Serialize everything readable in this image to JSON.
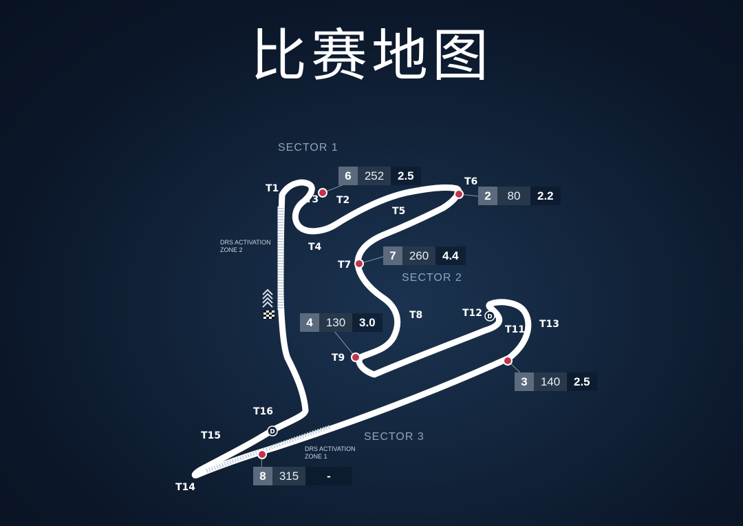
{
  "title": "比赛地图",
  "sectors": [
    "SECTOR 1",
    "SECTOR 2",
    "SECTOR 3"
  ],
  "drs_zones": [
    {
      "line1": "DRS ACTIVATION",
      "line2": "ZONE 2"
    },
    {
      "line1": "DRS ACTIVATION",
      "line2": "ZONE 1"
    }
  ],
  "turns": [
    "T1",
    "T2",
    "T3",
    "T4",
    "T5",
    "T6",
    "T7",
    "T8",
    "T9",
    "T11",
    "T12",
    "T13",
    "T14",
    "T15",
    "T16"
  ],
  "drs_marker_label": "D",
  "corner_info": [
    {
      "gear": "6",
      "speed": "252",
      "g": "2.5"
    },
    {
      "gear": "2",
      "speed": "80",
      "g": "2.2"
    },
    {
      "gear": "7",
      "speed": "260",
      "g": "4.4"
    },
    {
      "gear": "4",
      "speed": "130",
      "g": "3.0"
    },
    {
      "gear": "3",
      "speed": "140",
      "g": "2.5"
    },
    {
      "gear": "8",
      "speed": "315",
      "g": "-"
    }
  ],
  "colors": {
    "track": "#ffffff",
    "marker": "#c2334d",
    "gear_box": "#5b6b7d",
    "speed_box": "#28384b",
    "sector_text": "#8fa3bd"
  },
  "icons": [
    "chevron-up-icon",
    "checkered-flag-icon",
    "drs-detection-icon",
    "corner-marker-icon"
  ]
}
